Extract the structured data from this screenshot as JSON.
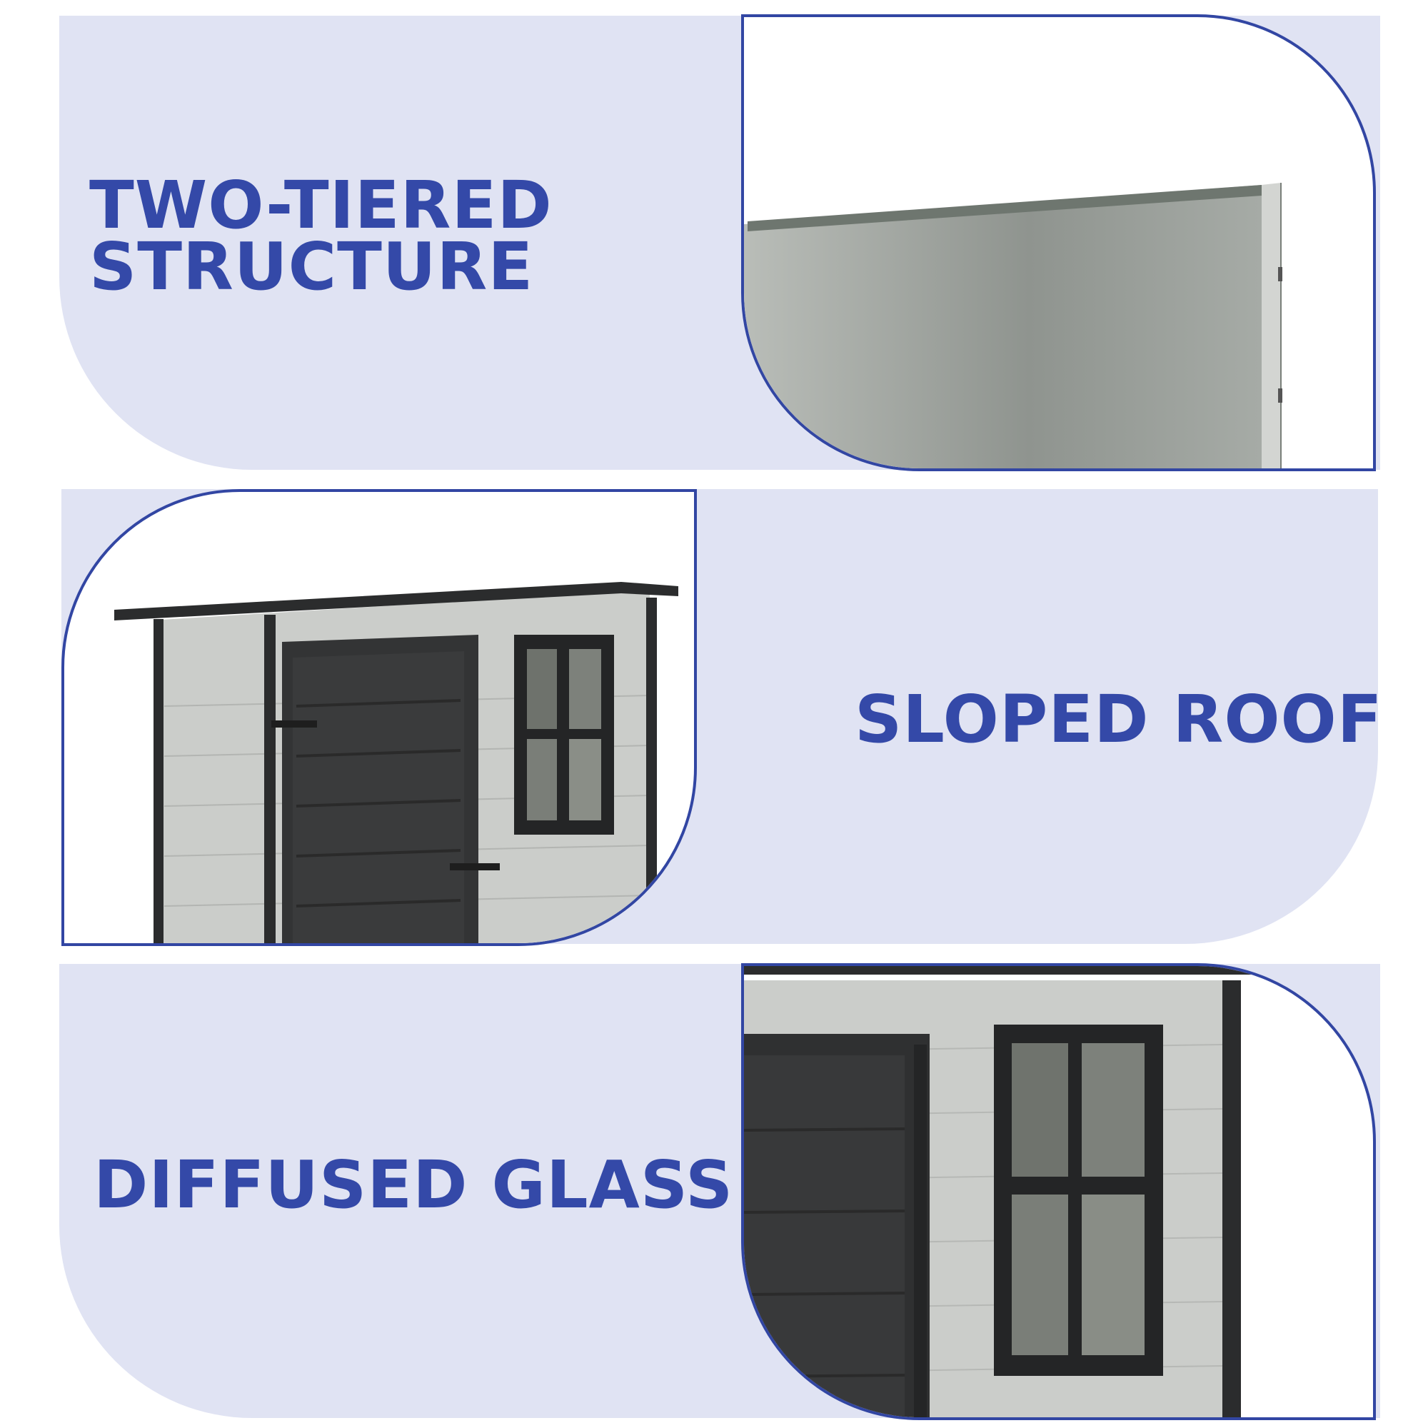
{
  "sections": [
    {
      "headline_line1": "TWO-TIERED",
      "headline_line2": "STRUCTURE",
      "image_label": "two-tiered shed structure close-up"
    },
    {
      "headline": "SLOPED ROOF",
      "image_label": "shed with sloped roof"
    },
    {
      "headline": "DIFFUSED GLASS",
      "image_label": "shed window with diffused glass"
    }
  ],
  "colors": {
    "band": "#e0e3f3",
    "accent": "#3449a8",
    "frame_border": "#3246a3",
    "shed_panel": "#c8cac7",
    "shed_dark": "#2b2c2d"
  }
}
